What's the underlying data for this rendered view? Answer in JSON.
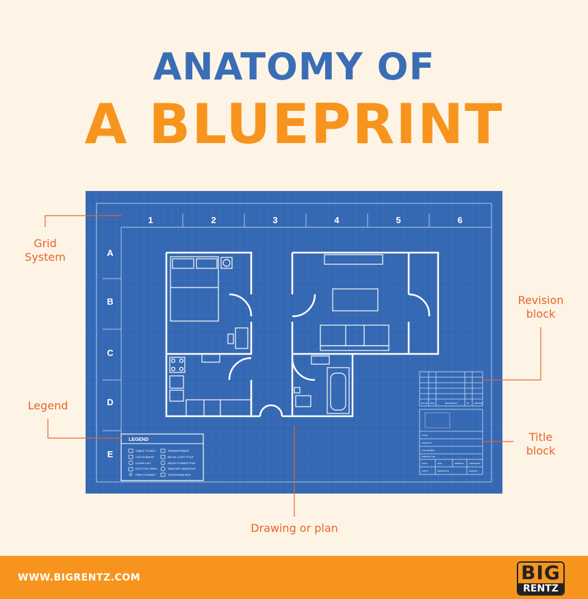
{
  "title": {
    "line1": "ANATOMY OF",
    "line2": "A BLUEPRINT"
  },
  "annotations": {
    "grid_system": "Grid System",
    "legend": "Legend",
    "revision_block": "Revision block",
    "title_block": "Title block",
    "drawing": "Drawing or plan"
  },
  "grid": {
    "columns": [
      "1",
      "2",
      "3",
      "4",
      "5",
      "6"
    ],
    "rows": [
      "A",
      "B",
      "C",
      "D",
      "E"
    ]
  },
  "legend": {
    "title": "LEGEND",
    "items": [
      "CABLE TV BOX",
      "CATCH BASIN",
      "CLEAN OUT",
      "ELECTRIC SERV.",
      "FIRE HYDRANT",
      "TRANSFORMER",
      "METAL LIGHT POLE",
      "WOOD POWER POLE",
      "SANITARY MANHOLE",
      "TELEPHONE BOX"
    ]
  },
  "revision_block": {
    "headers": [
      "REV NO",
      "DATE",
      "DESCRIPTION",
      "BY",
      "CHECKED"
    ]
  },
  "title_block": {
    "fields": [
      "CLIENT",
      "ARCHITECT",
      "SITE ADDRESS",
      "DRAWING TITLE"
    ],
    "row1": [
      "SCALE",
      "DATE",
      "DRAWN BY",
      "CHECKED BY"
    ],
    "row2": [
      "JOB NO",
      "DRAWING NO",
      "REVISION"
    ]
  },
  "footer": {
    "url": "WWW.BIGRENTZ.COM",
    "logo_top": "BIG",
    "logo_bottom": "RENTZ"
  },
  "colors": {
    "background": "#fdf4e6",
    "blue": "#3a6db5",
    "orange": "#f7941d",
    "blueprint": "#3568b3",
    "annotation": "#e8632a"
  }
}
